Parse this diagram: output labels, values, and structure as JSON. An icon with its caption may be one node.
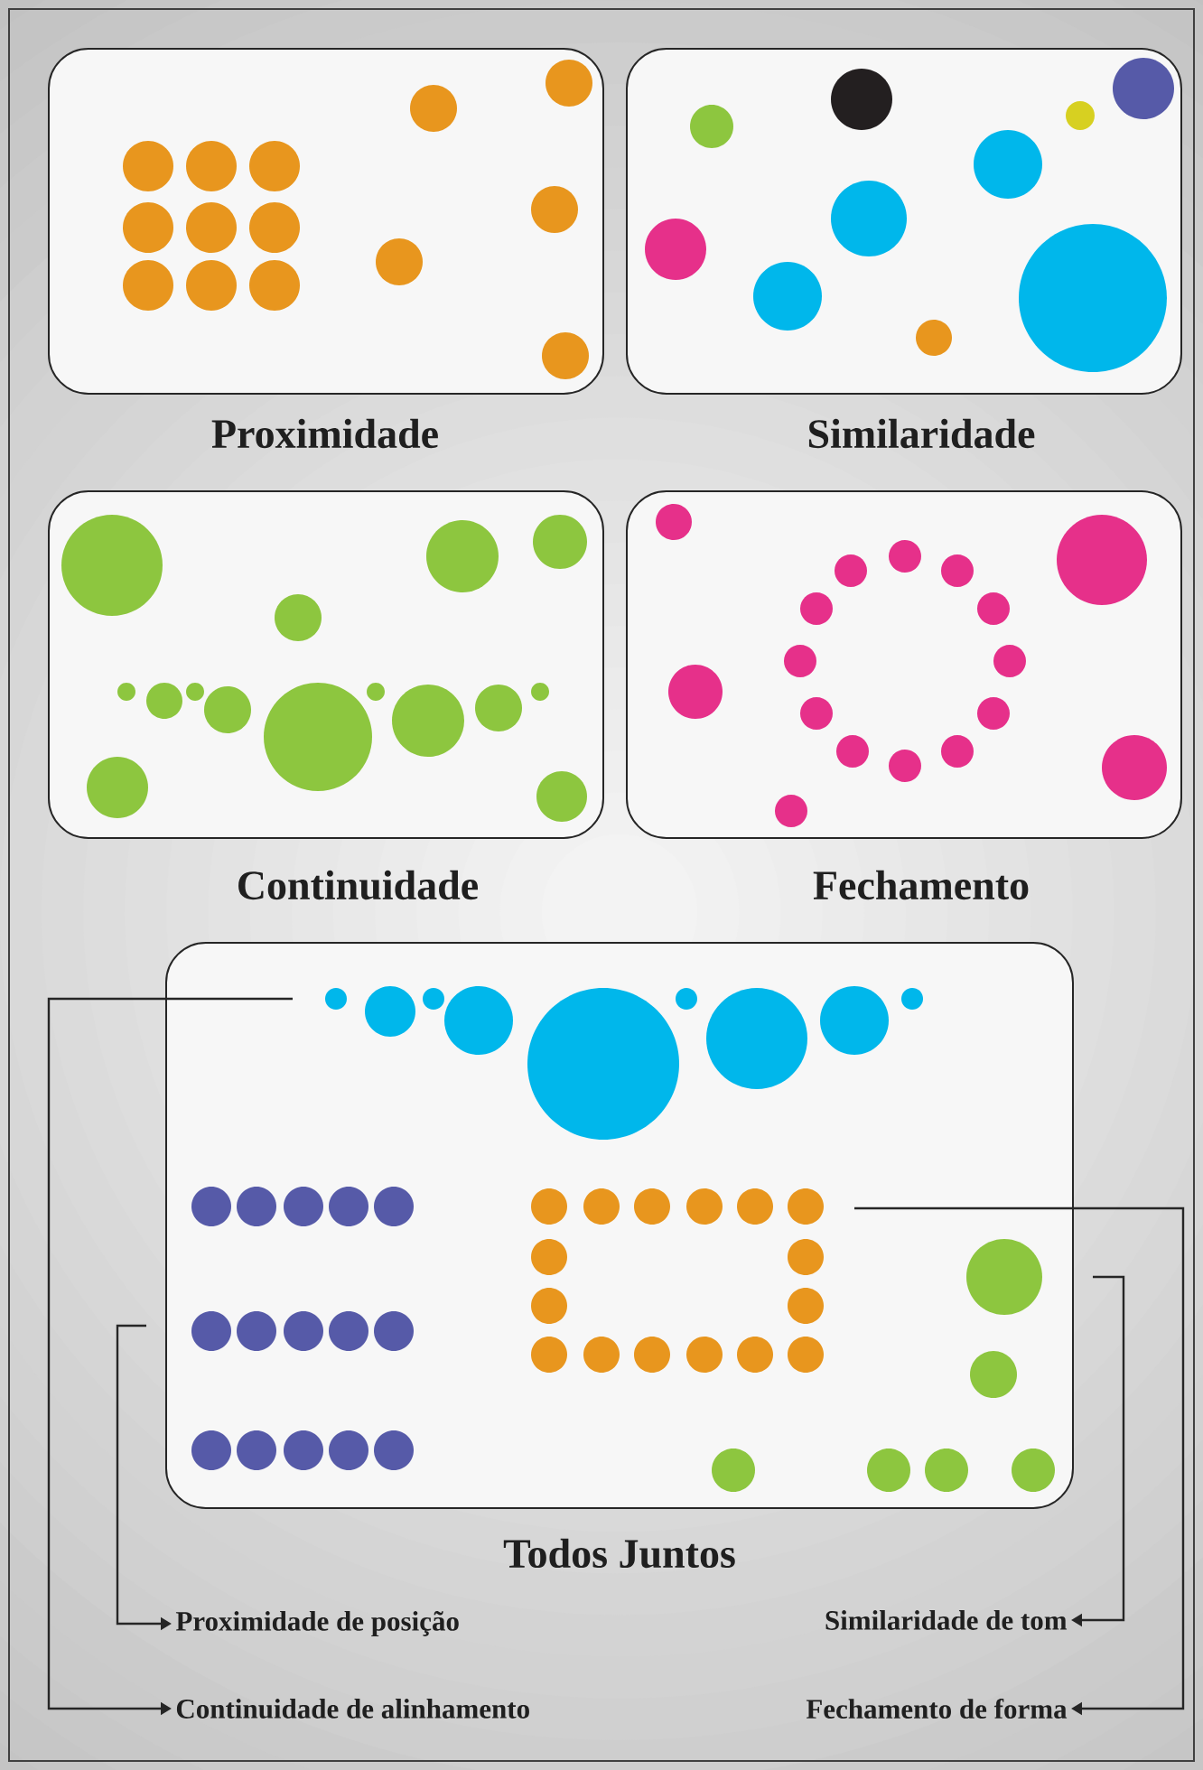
{
  "diagram": {
    "nodes": [
      {
        "text": [
          "Proximidade"
        ]
      },
      {
        "text": [
          "Similaridade"
        ]
      },
      {
        "text": [
          "Continuidade"
        ]
      },
      {
        "text": [
          "Fechamento"
        ]
      },
      {
        "text": [
          "Todos Juntos"
        ]
      },
      {
        "text": [
          "Proximidade de posição"
        ]
      },
      {
        "text": [
          "Similaridade de tom"
        ]
      },
      {
        "text": [
          "Continuidade de alinhamento"
        ]
      },
      {
        "text": [
          "Fechamento de forma"
        ]
      }
    ],
    "edges": [
      {
        "from": 4,
        "to": 5,
        "arrow": "to"
      },
      {
        "from": 4,
        "to": 6,
        "arrow": "to"
      },
      {
        "from": 4,
        "to": 7,
        "arrow": "to"
      },
      {
        "from": 4,
        "to": 8,
        "arrow": "to"
      }
    ]
  }
}
